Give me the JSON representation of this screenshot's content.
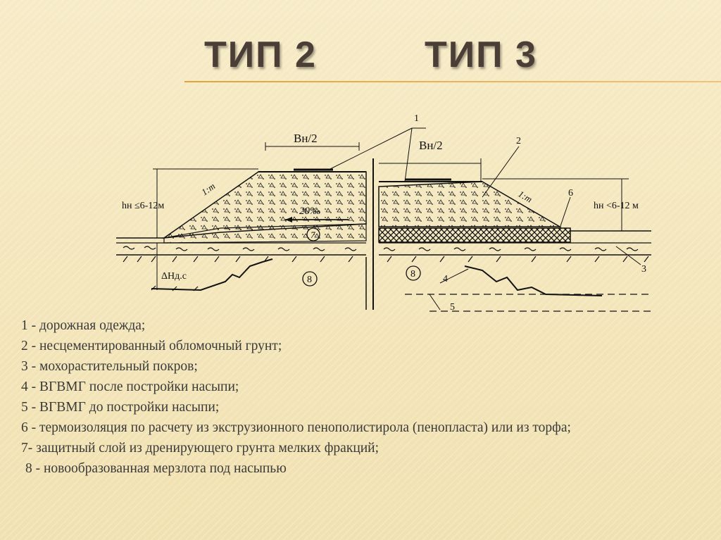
{
  "header": {
    "left_title": "ТИП 2",
    "right_title": "ТИП 3"
  },
  "diagram": {
    "left_width_label": "Bн/2",
    "right_width_label": "Bн/2",
    "left_height_label": "hн ≤6-12м",
    "right_height_label": "hн <6-12 м",
    "left_slope_label": "1:m",
    "right_slope_label": "1:m",
    "gradient_label": "20‰",
    "thaw_label": "ΔHд.c",
    "callouts": [
      "1",
      "2",
      "3",
      "4",
      "5",
      "6",
      "7",
      "8",
      "8"
    ]
  },
  "legend": [
    "1 - дорожная одежда;",
    "2 - несцементированный обломочный грунт;",
    "3 - мохорастительный покров;",
    "4 - ВГВМГ после постройки насыпи;",
    "5 - ВГВМГ до постройки насыпи;",
    "6 - термоизоляция по расчету из экструзионного пенополистирола (пенопласта) или из торфа;",
    "7- защитный слой из дренирующего грунта мелких фракций;",
    "8 - новообразованная мерзлота под насыпью"
  ]
}
